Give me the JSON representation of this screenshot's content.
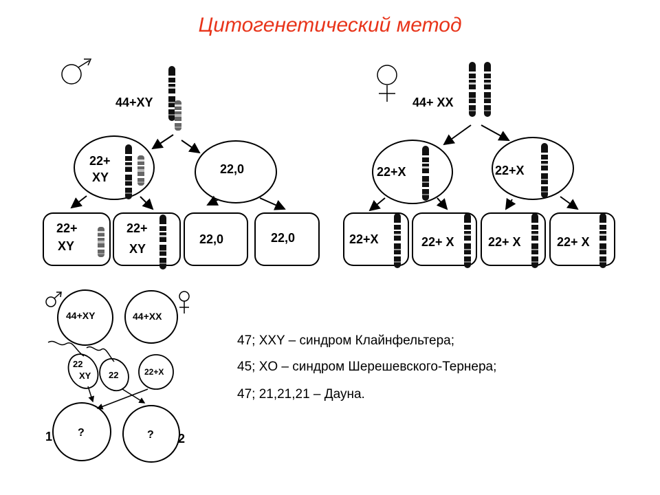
{
  "title": "Цитогенетический метод",
  "male_meiosis": {
    "parent_label": "44+XY",
    "cell_left": [
      "22+",
      "XY"
    ],
    "cell_right": "22,0",
    "gametes": [
      [
        "22+",
        "XY"
      ],
      [
        "22+",
        "XY"
      ],
      [
        "22,0"
      ],
      [
        "22,0"
      ]
    ]
  },
  "female_meiosis": {
    "parent_label": "44+ XX",
    "cells": [
      "22+X",
      "22+X"
    ],
    "gametes": [
      "22+X",
      "22+ X",
      "22+ X",
      "22+ X"
    ]
  },
  "fertilization": {
    "male_parent": "44+XY",
    "female_parent": "44+XX",
    "sperm_1": [
      "22",
      "XY"
    ],
    "sperm_2": "22",
    "egg": "22+X",
    "zygote_1": "?",
    "zygote_2": "?",
    "zygote_1_number": "1",
    "zygote_2_number": "2"
  },
  "syndromes": [
    "47; XXY – синдром Клайнфельтера;",
    "45; XO – синдром Шерешевского-Тернера;",
    "47; 21,21,21 – Дауна."
  ],
  "icons": [
    "male-symbol-icon",
    "female-symbol-icon",
    "chromosome-icon"
  ],
  "colors": {
    "title": "#e8341a",
    "line": "#000000"
  }
}
